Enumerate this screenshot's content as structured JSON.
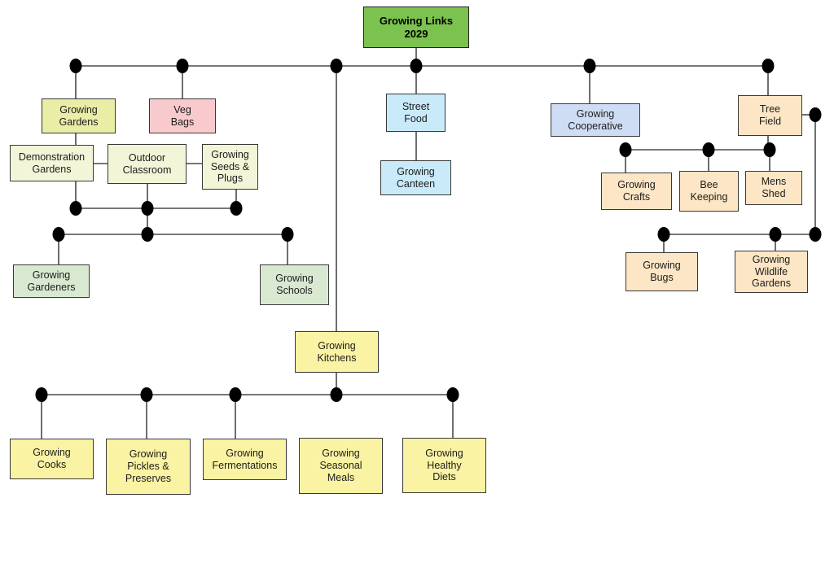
{
  "title": {
    "label": "Growing Links\n2029"
  },
  "nodes": {
    "growing_gardens": {
      "label": "Growing\nGardens"
    },
    "veg_bags": {
      "label": "Veg\nBags"
    },
    "demonstration_gardens": {
      "label": "Demonstration\nGardens"
    },
    "outdoor_classroom": {
      "label": "Outdoor\nClassroom"
    },
    "growing_seeds_plugs": {
      "label": "Growing\nSeeds &\nPlugs"
    },
    "growing_gardeners": {
      "label": "Growing\nGardeners"
    },
    "growing_schools": {
      "label": "Growing\nSchools"
    },
    "street_food": {
      "label": "Street\nFood"
    },
    "growing_canteen": {
      "label": "Growing\nCanteen"
    },
    "growing_cooperative": {
      "label": "Growing\nCooperative"
    },
    "tree_field": {
      "label": "Tree\nField"
    },
    "growing_crafts": {
      "label": "Growing\nCrafts"
    },
    "bee_keeping": {
      "label": "Bee\nKeeping"
    },
    "mens_shed": {
      "label": "Mens\nShed"
    },
    "growing_bugs": {
      "label": "Growing\nBugs"
    },
    "growing_wildlife_gardens": {
      "label": "Growing\nWildlife\nGardens"
    },
    "growing_kitchens": {
      "label": "Growing\nKitchens"
    },
    "growing_cooks": {
      "label": "Growing\nCooks"
    },
    "growing_pickles_preserves": {
      "label": "Growing\nPickles &\nPreserves"
    },
    "growing_fermentations": {
      "label": "Growing\nFermentations"
    },
    "growing_seasonal_meals": {
      "label": "Growing\nSeasonal\nMeals"
    },
    "growing_healthy_diets": {
      "label": "Growing\nHealthy\nDiets"
    }
  },
  "colors": {
    "title_green": "#7cc24e",
    "olive": "#e9eda6",
    "pale_yellow_green": "#f3f5d8",
    "pink": "#f9cacd",
    "light_blue": "#c9eaf8",
    "periwinkle": "#cfddf4",
    "peach": "#fce6c5",
    "light_green": "#d9e9d1",
    "yellow": "#faf3a3",
    "line": "#4a4a4a",
    "dot": "#000000"
  }
}
